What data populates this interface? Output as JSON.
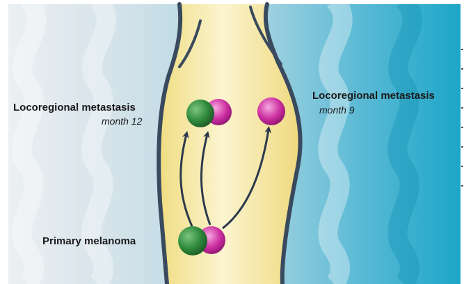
{
  "labels": {
    "left_metastasis_title": "Locoregional metastasis",
    "left_metastasis_time": "month 12",
    "right_metastasis_title": "Locoregional metastasis",
    "right_metastasis_time": "month 9",
    "primary_label": "Primary melanoma"
  },
  "colors": {
    "green_cell": "#2f8a3c",
    "magenta_cell": "#cc2ea0",
    "vessel_fill": "#f8ecb0",
    "vessel_outline": "#3a4a5e",
    "arrow": "#2d3a4e",
    "tissue_left": "#e8ecef",
    "tissue_right": "#1ea6c8"
  }
}
